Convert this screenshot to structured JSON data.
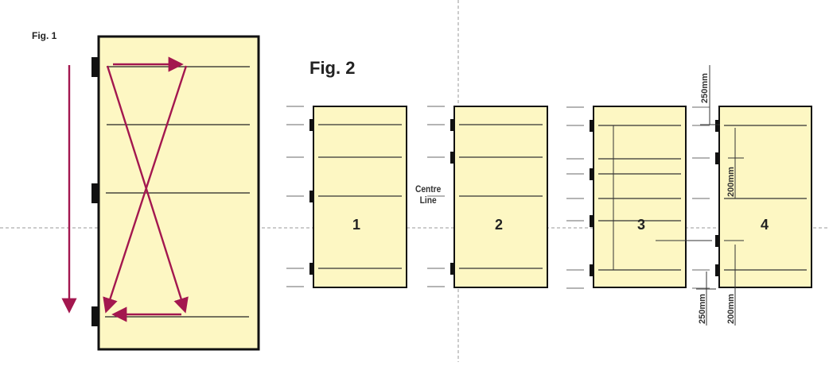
{
  "fig1": {
    "title": "Fig. 1",
    "description": "Door with 4 horizontal lines and 3 hinges; diagonal cross-bracing arrows showing hanging/adjustment sequence",
    "arrow_color": "#a3174f",
    "door_fill": "#fdf7c3"
  },
  "fig2": {
    "title": "Fig. 2",
    "centre_line_label": [
      "Centre",
      "Line"
    ],
    "panels": [
      {
        "label": "1"
      },
      {
        "label": "2"
      },
      {
        "label": "3"
      },
      {
        "label": "4"
      }
    ],
    "dimensions": {
      "top_offset": "250mm",
      "bottom_offset": "250mm",
      "upper_spacing": "200mm",
      "lower_spacing": "200mm"
    }
  },
  "colors": {
    "door_fill": "#fdf7c3",
    "door_border": "#111111",
    "hinge": "#111111",
    "arrow": "#a3174f",
    "guide_dash": "#9a9a9a",
    "tick": "#888888"
  }
}
